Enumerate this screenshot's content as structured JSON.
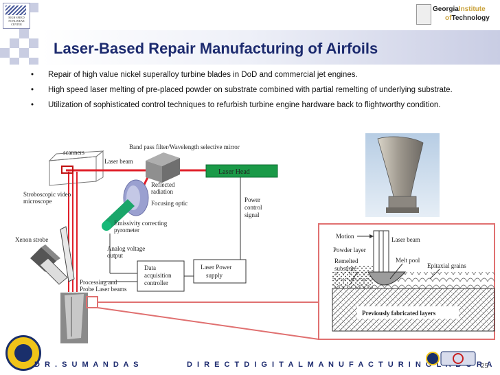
{
  "header": {
    "title": "Laser-Based Repair Manufacturing of Airfoils",
    "left_logo_text": "HIGH SPEED NONLINEAR CENTER",
    "right_logo_line1": "Georgia",
    "right_logo_line1b": "Institute",
    "right_logo_line2a": "of",
    "right_logo_line2b": "Technology"
  },
  "bullets": [
    "Repair of high value nickel superalloy turbine blades in DoD and commercial jet engines.",
    "High speed laser melting of pre-placed powder on substrate combined with partial remelting of underlying substrate.",
    "Utilization of sophisticated control techniques to refurbish turbine engine hardware back to flightworthy condition."
  ],
  "bullet_symbol": "•",
  "diagram": {
    "labels": {
      "scanners": "scanners",
      "band_pass": "Band pass filter/Wavelength selective mirror",
      "laser_beam": "Laser beam",
      "laser_head": "Laser Head",
      "reflected_radiation_1": "Reflected",
      "reflected_radiation_2": "radiation",
      "focusing_optic": "Focusing optic",
      "stroboscopic_1": "Stroboscopic video",
      "stroboscopic_2": "microscope",
      "power_control_1": "Power",
      "power_control_2": "control",
      "power_control_3": "signal",
      "emissivity_1": "Emissivity correcting",
      "emissivity_2": "pyrometer",
      "xenon": "Xenon strobe",
      "analog_1": "Analog voltage",
      "analog_2": "output",
      "daq_1": "Data",
      "daq_2": "acquisition",
      "daq_3": "controller",
      "laser_power_1": "Laser Power",
      "laser_power_2": "supply",
      "processing_1": "Processing and",
      "processing_2": "Probe Laser beams"
    },
    "inset": {
      "motion": "Motion",
      "laser_beam": "Laser beam",
      "powder_layer": "Powder layer",
      "remelted_1": "Remelted",
      "remelted_2": "substrate",
      "melt_pool": "Melt pool",
      "epitaxial": "Epitaxial grains",
      "previously": "Previously fabricated layers"
    }
  },
  "footer": {
    "left": "D R . S U M A N  D A S",
    "center": "D I R E C T  D I G I T A L  M A N U F A C T U R I N G  L A B O R A",
    "page_number": "25"
  },
  "colors": {
    "title": "#1c2a6e",
    "laser": "#e0202a",
    "laser_head": "#0f8a3a",
    "pink_frame": "#e07070"
  }
}
